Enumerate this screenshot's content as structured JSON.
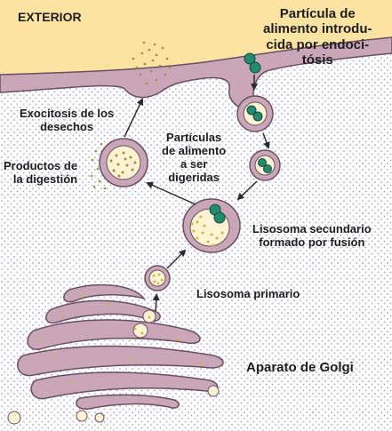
{
  "labels": {
    "exterior": "EXTERIOR",
    "particula": "Partícula de\nalimento introdu-\ncida por endoci-\ntósis",
    "exocitosis": "Exocitosis de los\ndesechos",
    "productos": "Productos de\nla digestión",
    "particulas_alimento": "Partículas\nde alimento\na ser\ndigeridas",
    "lisosoma_secundario": "Lisosoma secundario\nformado por fusión",
    "lisosoma_primario": "Lisosoma primario",
    "golgi": "Aparato de Golgi"
  },
  "colors": {
    "exterior_bg": "#fce3a2",
    "interior_dots": "#a8a2cc",
    "membrane": "#c9a6b8",
    "membrane_outline": "#6a4f63",
    "vesicle_fill": "#fff3d4",
    "digestive_dots": "#d1b43e",
    "food_particle": "#248a6e",
    "arrow": "#2a2a2a"
  }
}
